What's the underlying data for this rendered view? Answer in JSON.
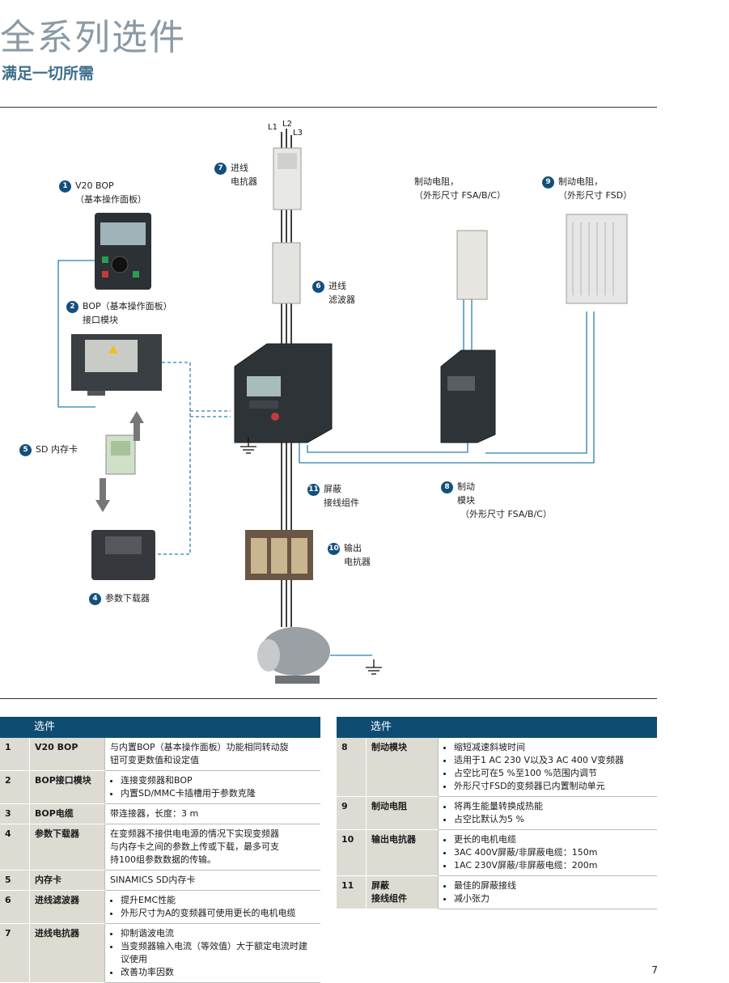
{
  "header": {
    "title": "全系列选件",
    "subtitle": "满足一切所需"
  },
  "diagram": {
    "phases": [
      "L1",
      "L2",
      "L3"
    ],
    "callouts": [
      {
        "num": "1",
        "lines": [
          "V20 BOP",
          "（基本操作面板）"
        ]
      },
      {
        "num": "2",
        "lines": [
          "BOP（基本操作面板）",
          "接口模块"
        ]
      },
      {
        "num": "4",
        "lines": [
          "参数下载器"
        ]
      },
      {
        "num": "5",
        "lines": [
          "SD 内存卡"
        ]
      },
      {
        "num": "6",
        "lines": [
          "进线",
          "滤波器"
        ]
      },
      {
        "num": "7",
        "lines": [
          "进线",
          "电抗器"
        ]
      },
      {
        "num": "8",
        "lines": [
          "制动",
          "模块",
          "（外形尺寸 FSA/B/C）"
        ]
      },
      {
        "num": "9",
        "lines": [
          "制动电阻，",
          "（外形尺寸 FSD）"
        ]
      },
      {
        "num": "10",
        "lines": [
          "输出",
          "电抗器"
        ]
      },
      {
        "num": "11",
        "lines": [
          "屏蔽",
          "接线组件"
        ]
      }
    ],
    "resistor_small": [
      "制动电阻，",
      "（外形尺寸 FSA/B/C）"
    ]
  },
  "table_left": {
    "header": "选件",
    "rows": [
      {
        "n": "1",
        "name": "V20 BOP",
        "desc": [
          "与内置BOP（基本操作面板）功能相同转动旋",
          "钮可变更数值和设定值"
        ],
        "bullets": []
      },
      {
        "n": "2",
        "name": "BOP接口模块",
        "desc": [],
        "bullets": [
          "连接变频器和BOP",
          "内置SD/MMC卡插槽用于参数克隆"
        ]
      },
      {
        "n": "3",
        "name": "BOP电缆",
        "desc": [
          "带连接器，长度：3 m"
        ],
        "bullets": []
      },
      {
        "n": "4",
        "name": "参数下载器",
        "desc": [
          "在变频器不接供电电源的情况下实现变频器",
          "与内存卡之间的参数上传或下载，最多可支",
          "持100组参数数据的传输。"
        ],
        "bullets": []
      },
      {
        "n": "5",
        "name": "内存卡",
        "desc": [
          "SINAMICS SD内存卡"
        ],
        "bullets": []
      },
      {
        "n": "6",
        "name": "进线滤波器",
        "desc": [],
        "bullets": [
          "提升EMC性能",
          "外形尺寸为A的变频器可使用更长的电机电缆"
        ]
      },
      {
        "n": "7",
        "name": "进线电抗器",
        "desc": [],
        "bullets": [
          "抑制谐波电流",
          "当变频器输入电流（等效值）大于额定电流时建议使用",
          "改善功率因数"
        ]
      }
    ]
  },
  "table_right": {
    "header": "选件",
    "rows": [
      {
        "n": "8",
        "name": "制动模块",
        "bullets": [
          "缩短减速斜坡时间",
          "适用于1 AC 230 V以及3 AC 400 V变频器",
          "占空比可在5 %至100 %范围内调节",
          "外形尺寸FSD的变频器已内置制动单元"
        ]
      },
      {
        "n": "9",
        "name": "制动电阻",
        "bullets": [
          "将再生能量转换成热能",
          "占空比默认为5 %"
        ]
      },
      {
        "n": "10",
        "name": "输出电抗器",
        "bullets": [
          "更长的电机电缆",
          "3AC 400V屏蔽/非屏蔽电缆：150m",
          "1AC 230V屏蔽/非屏蔽电缆：200m"
        ]
      },
      {
        "n": "11",
        "name": "屏蔽\n接线组件",
        "bullets": [
          "最佳的屏蔽接线",
          "减小张力"
        ]
      }
    ]
  },
  "page_number": "7"
}
